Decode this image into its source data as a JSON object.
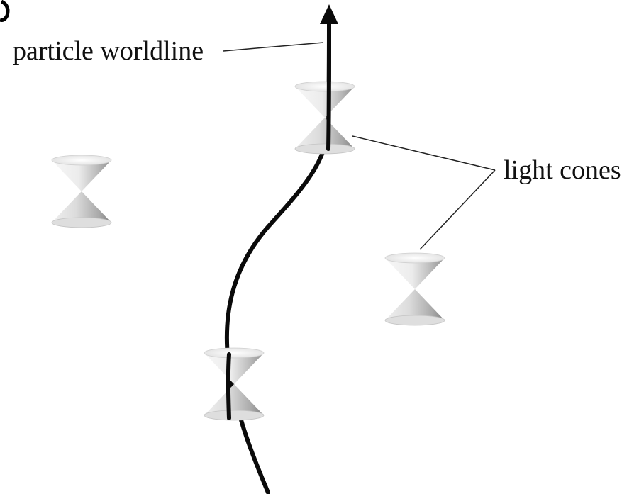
{
  "labels": {
    "worldline": "particle worldline",
    "cones": "light cones"
  },
  "colors": {
    "background": "#ffffff",
    "ink": "#0a0a0a",
    "cone_light": "#f4f4f4",
    "cone_mid": "#d6d6d6",
    "cone_dark": "#9a9a9a"
  },
  "icons": {
    "corner_mark": "curved-stroke-fragment",
    "arrowhead": "arrowhead-up-icon",
    "cone": "double-cone-icon"
  }
}
